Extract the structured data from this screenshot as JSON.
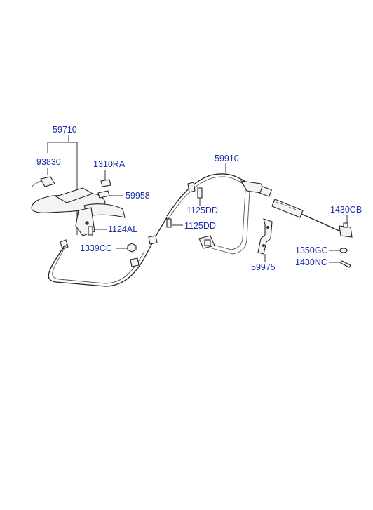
{
  "part_labels": {
    "p59710": "59710",
    "p93830": "93830",
    "p1310RA": "1310RA",
    "p59958": "59958",
    "p1124AL": "1124AL",
    "p1339CC": "1339CC",
    "p59910": "59910",
    "p1125DD_a": "1125DD",
    "p1125DD_b": "1125DD",
    "p1430CB": "1430CB",
    "p1350GC": "1350GC",
    "p1430NC": "1430NC",
    "p59975": "59975"
  },
  "colors": {
    "label": "#1b2fa8",
    "line": "#333333"
  }
}
